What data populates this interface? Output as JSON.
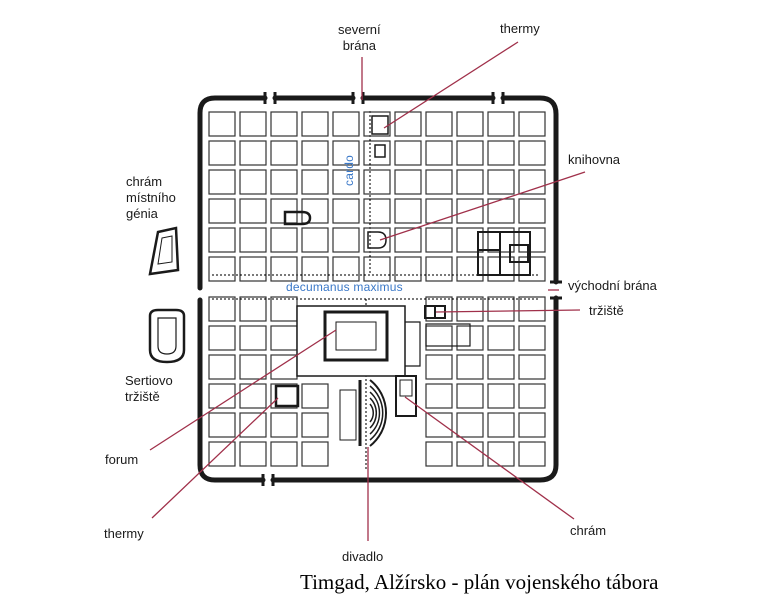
{
  "caption": "Timgad, Alžírsko - plán vojenského tábora",
  "labels": {
    "severni_brana": [
      "severní",
      "brána"
    ],
    "thermy_top": "thermy",
    "knihovna": "knihovna",
    "vychodni_brana": "východní brána",
    "trziste": "tržiště",
    "chram_genia": [
      "chrám",
      "místního",
      "génia"
    ],
    "sertiovo_trziste": [
      "Sertiovo",
      "tržiště"
    ],
    "forum": "forum",
    "thermy_bottom": "thermy",
    "divadlo": "divadlo",
    "chram": "chrám"
  },
  "streets": {
    "cardo": "cardo",
    "decumanus": "decumanus maximus"
  },
  "colors": {
    "ink": "#1a1a1a",
    "leader": "#a0304a",
    "street_label": "#3a78c8"
  }
}
